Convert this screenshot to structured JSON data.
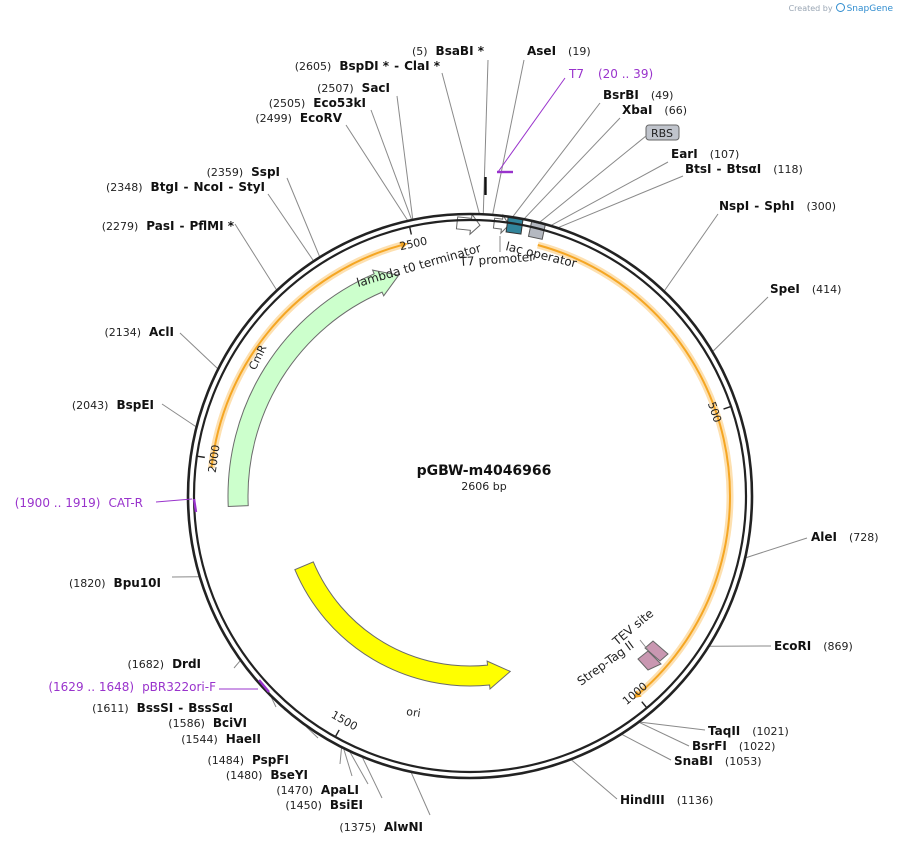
{
  "brand": {
    "created_by": "Created by",
    "name": "SnapGene"
  },
  "plasmid": {
    "name": "pGBW-m4046966",
    "length_label": "2606 bp",
    "length": 2606
  },
  "ticks": [
    {
      "label": "500",
      "pos": 500
    },
    {
      "label": "1000",
      "pos": 1000
    },
    {
      "label": "1500",
      "pos": 1500
    },
    {
      "label": "2000",
      "pos": 2000
    },
    {
      "label": "2500",
      "pos": 2500
    }
  ],
  "features": [
    {
      "id": "cmr",
      "label": "CmR",
      "color": "#ccffcc",
      "stroke": "#6b6b6b",
      "direction": "cw",
      "start": 1922,
      "end": 2462,
      "radius": 232
    },
    {
      "id": "lambda",
      "label": "lambda t0 terminator",
      "color": "#ffffff",
      "stroke": "#6b6b6b",
      "direction": "cw",
      "pos": 2590
    },
    {
      "id": "t7prom",
      "label": "T7 promoter",
      "color": "#ffffff",
      "stroke": "#6b6b6b",
      "direction": "cw",
      "pos": 20
    },
    {
      "id": "lacop",
      "label": "lac operator",
      "color": "#31849b",
      "stroke": "#444444",
      "direction": "none",
      "pos": 40
    },
    {
      "id": "rbs",
      "label": "RBS",
      "color": "#b4b8c0",
      "stroke": "#555555",
      "direction": "none",
      "pos": 80
    },
    {
      "id": "tev",
      "label": "TEV site",
      "color": "#c997b1",
      "stroke": "#666666",
      "direction": "cw",
      "pos": 945
    },
    {
      "id": "strep",
      "label": "Strep-Tag II",
      "color": "#c997b1",
      "stroke": "#666666",
      "direction": "cw",
      "pos": 958
    },
    {
      "id": "ori",
      "label": "ori",
      "color": "#ffff00",
      "stroke": "#6b6b6b",
      "direction": "ccw",
      "start": 1195,
      "end": 1775,
      "radius": 180
    }
  ],
  "orfs": [
    {
      "id": "orf1",
      "color": "#f5a623",
      "start": 95,
      "end": 995
    },
    {
      "id": "orf2",
      "color": "#f5a623",
      "start": 1985,
      "end": 2480
    }
  ],
  "primers": [
    {
      "id": "t7-primer",
      "name": "T7",
      "range": "(20 .. 39)",
      "color": "#9933cc",
      "start": 20,
      "end": 39
    },
    {
      "id": "cat-r",
      "name": "CAT-R",
      "range": "(1900 .. 1919)",
      "color": "#9933cc",
      "start": 1900,
      "end": 1919
    },
    {
      "id": "pbr322",
      "name": "pBR322ori-F",
      "range": "(1629 .. 1648)",
      "color": "#9933cc",
      "start": 1629,
      "end": 1648
    }
  ],
  "enzymes": [
    {
      "id": "bsabi",
      "names": [
        "BsaBI *"
      ],
      "pos_label": "(5)",
      "pos": 5,
      "pos_side": "left"
    },
    {
      "id": "asei",
      "names": [
        "AseI"
      ],
      "pos_label": "(19)",
      "pos": 19,
      "pos_side": "right"
    },
    {
      "id": "bsrbi",
      "names": [
        "BsrBI"
      ],
      "pos_label": "(49)",
      "pos": 49,
      "pos_side": "right"
    },
    {
      "id": "xbai",
      "names": [
        "XbaI"
      ],
      "pos_label": "(66)",
      "pos": 66,
      "pos_side": "right"
    },
    {
      "id": "eari",
      "names": [
        "EarI"
      ],
      "pos_label": "(107)",
      "pos": 107,
      "pos_side": "right"
    },
    {
      "id": "btsi",
      "names": [
        "BtsI",
        "BtsαI"
      ],
      "pos_label": "(118)",
      "pos": 118,
      "pos_side": "right"
    },
    {
      "id": "nspi",
      "names": [
        "NspI",
        "SphI"
      ],
      "pos_label": "(300)",
      "pos": 300,
      "pos_side": "right"
    },
    {
      "id": "spei",
      "names": [
        "SpeI"
      ],
      "pos_label": "(414)",
      "pos": 414,
      "pos_side": "right"
    },
    {
      "id": "alei",
      "names": [
        "AleI"
      ],
      "pos_label": "(728)",
      "pos": 728,
      "pos_side": "right"
    },
    {
      "id": "ecori",
      "names": [
        "EcoRI"
      ],
      "pos_label": "(869)",
      "pos": 869,
      "pos_side": "right"
    },
    {
      "id": "taqii",
      "names": [
        "TaqII"
      ],
      "pos_label": "(1021)",
      "pos": 1021,
      "pos_side": "right"
    },
    {
      "id": "bsrfi",
      "names": [
        "BsrFI"
      ],
      "pos_label": "(1022)",
      "pos": 1022,
      "pos_side": "right"
    },
    {
      "id": "snabi",
      "names": [
        "SnaBI"
      ],
      "pos_label": "(1053)",
      "pos": 1053,
      "pos_side": "right"
    },
    {
      "id": "hindiii",
      "names": [
        "HindIII"
      ],
      "pos_label": "(1136)",
      "pos": 1136,
      "pos_side": "right"
    },
    {
      "id": "alwni",
      "names": [
        "AlwNI"
      ],
      "pos_label": "(1375)",
      "pos": 1375,
      "pos_side": "left"
    },
    {
      "id": "bsiei",
      "names": [
        "BsiEI"
      ],
      "pos_label": "(1450)",
      "pos": 1450,
      "pos_side": "left"
    },
    {
      "id": "apali",
      "names": [
        "ApaLI"
      ],
      "pos_label": "(1470)",
      "pos": 1470,
      "pos_side": "left"
    },
    {
      "id": "bseyi",
      "names": [
        "BseYI"
      ],
      "pos_label": "(1480)",
      "pos": 1480,
      "pos_side": "left"
    },
    {
      "id": "pspfi",
      "names": [
        "PspFI"
      ],
      "pos_label": "(1484)",
      "pos": 1484,
      "pos_side": "left"
    },
    {
      "id": "haeii",
      "names": [
        "HaeII"
      ],
      "pos_label": "(1544)",
      "pos": 1544,
      "pos_side": "left"
    },
    {
      "id": "bcivi",
      "names": [
        "BciVI"
      ],
      "pos_label": "(1586)",
      "pos": 1586,
      "pos_side": "left"
    },
    {
      "id": "bsssi",
      "names": [
        "BssSI",
        "BssSαI"
      ],
      "pos_label": "(1611)",
      "pos": 1611,
      "pos_side": "left"
    },
    {
      "id": "drdi",
      "names": [
        "DrdI"
      ],
      "pos_label": "(1682)",
      "pos": 1682,
      "pos_side": "left"
    },
    {
      "id": "bpu10i",
      "names": [
        "Bpu10I"
      ],
      "pos_label": "(1820)",
      "pos": 1820,
      "pos_side": "left"
    },
    {
      "id": "bspei",
      "names": [
        "BspEI"
      ],
      "pos_label": "(2043)",
      "pos": 2043,
      "pos_side": "left"
    },
    {
      "id": "acli",
      "names": [
        "AclI"
      ],
      "pos_label": "(2134)",
      "pos": 2134,
      "pos_side": "left"
    },
    {
      "id": "pasi",
      "names": [
        "PasI",
        "PflMI *"
      ],
      "pos_label": "(2279)",
      "pos": 2279,
      "pos_side": "left"
    },
    {
      "id": "btgi",
      "names": [
        "BtgI",
        "NcoI",
        "StyI"
      ],
      "pos_label": "(2348)",
      "pos": 2348,
      "pos_side": "left"
    },
    {
      "id": "sspi",
      "names": [
        "SspI"
      ],
      "pos_label": "(2359)",
      "pos": 2359,
      "pos_side": "left"
    },
    {
      "id": "ecorv",
      "names": [
        "EcoRV"
      ],
      "pos_label": "(2499)",
      "pos": 2499,
      "pos_side": "left"
    },
    {
      "id": "eco53ki",
      "names": [
        "Eco53kI"
      ],
      "pos_label": "(2505)",
      "pos": 2505,
      "pos_side": "left"
    },
    {
      "id": "saci",
      "names": [
        "SacI"
      ],
      "pos_label": "(2507)",
      "pos": 2507,
      "pos_side": "left"
    },
    {
      "id": "bspdi",
      "names": [
        "BspDI *",
        "ClaI *"
      ],
      "pos_label": "(2605)",
      "pos": 2605,
      "pos_side": "left"
    }
  ]
}
